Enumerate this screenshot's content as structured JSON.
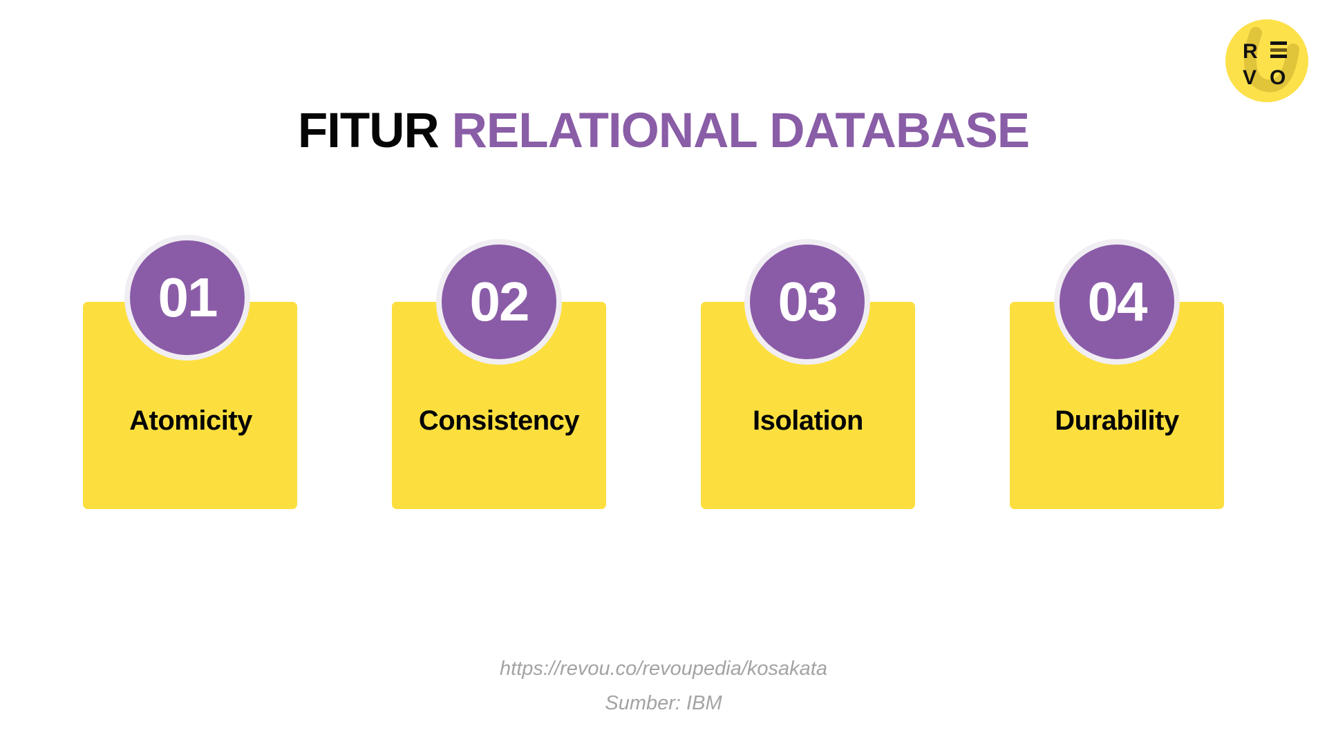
{
  "logo": {
    "letters": [
      "R",
      "E",
      "V",
      "O"
    ],
    "bg_color": "#fce14b"
  },
  "title": {
    "part1": "FITUR",
    "part2": "RELATIONAL DATABASE",
    "part1_color": "#050505",
    "part2_color": "#8a5da7"
  },
  "cards": [
    {
      "number": "01",
      "label": "Atomicity"
    },
    {
      "number": "02",
      "label": "Consistency"
    },
    {
      "number": "03",
      "label": "Isolation"
    },
    {
      "number": "04",
      "label": "Durability"
    }
  ],
  "colors": {
    "card": "#fcdf3e",
    "badge": "#8a5ca8",
    "badge_ring": "#f1eef3",
    "footer_text": "#a3a3a3"
  },
  "footer": {
    "url": "https://revou.co/revoupedia/kosakata",
    "source": "Sumber: IBM"
  }
}
